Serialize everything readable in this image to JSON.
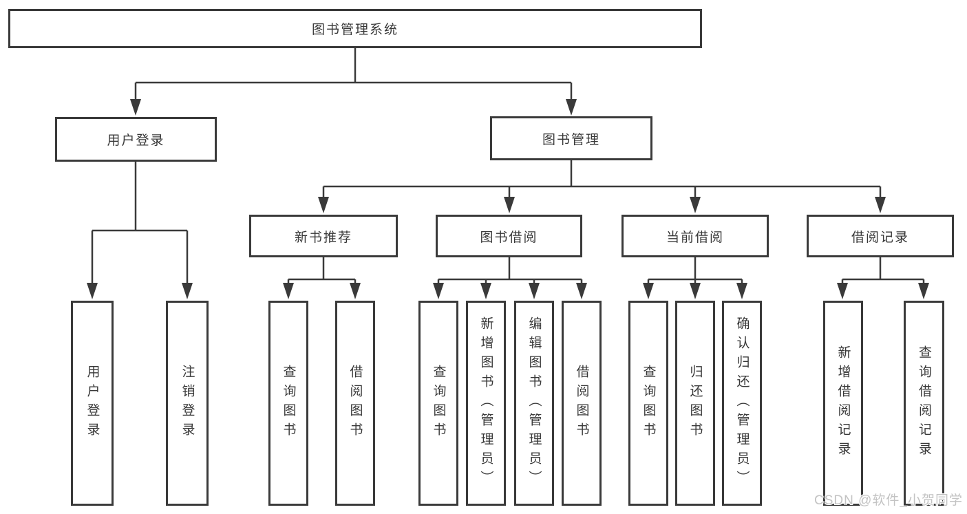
{
  "diagram": {
    "tree": {
      "label": "图书管理系统",
      "children": [
        {
          "label": "用户登录",
          "children": [
            {
              "label": "用户登录"
            },
            {
              "label": "注销登录"
            }
          ]
        },
        {
          "label": "图书管理",
          "children": [
            {
              "label": "新书推荐",
              "children": [
                {
                  "label": "查询图书"
                },
                {
                  "label": "借阅图书"
                }
              ]
            },
            {
              "label": "图书借阅",
              "children": [
                {
                  "label": "查询图书"
                },
                {
                  "label": "新增图书（管理员）"
                },
                {
                  "label": "编辑图书（管理员）"
                },
                {
                  "label": "借阅图书"
                }
              ]
            },
            {
              "label": "当前借阅",
              "children": [
                {
                  "label": "查询图书"
                },
                {
                  "label": "归还图书"
                },
                {
                  "label": "确认归还（管理员）"
                }
              ]
            },
            {
              "label": "借阅记录",
              "children": [
                {
                  "label": "新增借阅记录"
                },
                {
                  "label": "查询借阅记录"
                }
              ]
            }
          ]
        }
      ]
    },
    "colors": {
      "line": "#3a3a3a",
      "box_border": "#3a3a3a",
      "text": "#383838",
      "background": "#ffffff",
      "watermark": "#c3c3c3"
    }
  },
  "watermark": "CSDN @软件_小贺同学"
}
